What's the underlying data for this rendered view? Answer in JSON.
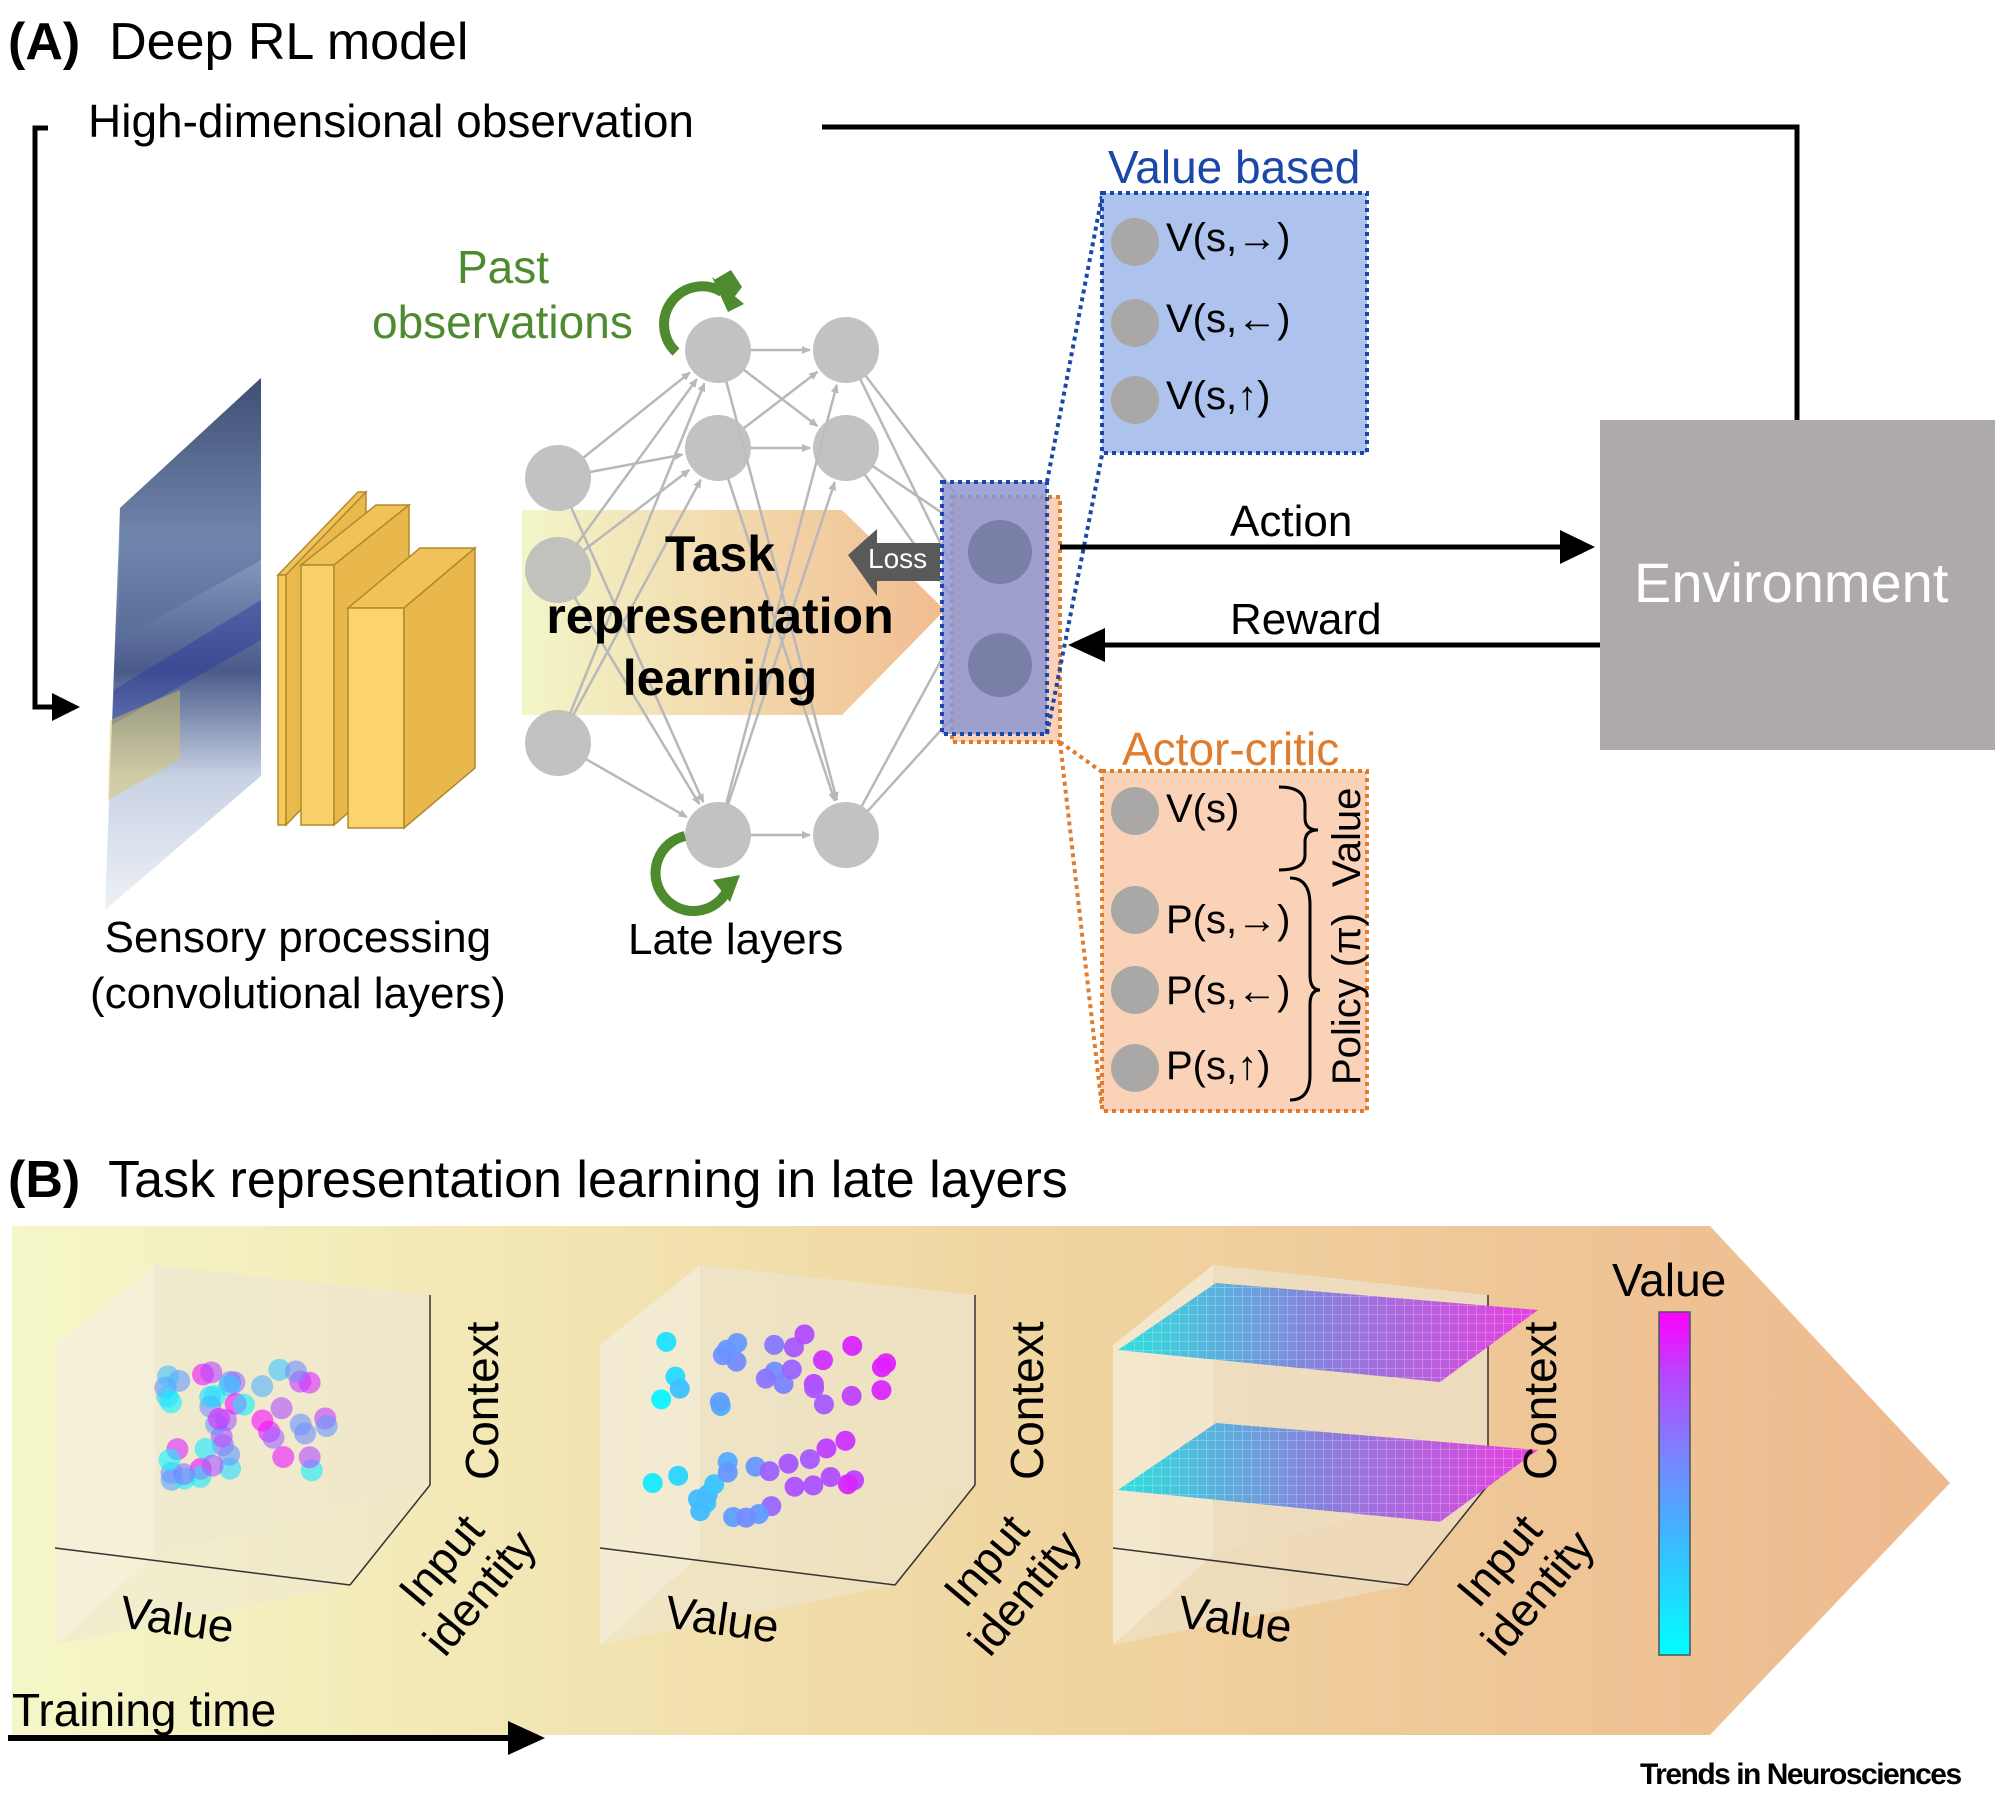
{
  "panel_a": {
    "letter": "(A)",
    "title": "Deep RL model",
    "high_dim_observation": "High-dimensional observation",
    "past_observations_line1": "Past",
    "past_observations_line2": "observations",
    "task_rep_line1": "Task",
    "task_rep_line2": "representation",
    "task_rep_line3": "learning",
    "loss": "Loss",
    "sensory_line1": "Sensory processing",
    "sensory_line2": "(convolutional layers)",
    "late_layers": "Late layers",
    "action": "Action",
    "reward": "Reward",
    "environment": "Environment",
    "value_based": {
      "title": "Value based",
      "rows": [
        "V(s,→)",
        "V(s,←)",
        "V(s,↑)"
      ]
    },
    "actor_critic": {
      "title": "Actor-critic",
      "value_row": "V(s)",
      "policy_rows": [
        "P(s,→)",
        "P(s,←)",
        "P(s,↑)"
      ],
      "value_brace_label": "Value",
      "policy_brace_label": "Policy (π)"
    },
    "colors": {
      "value_based": "#1b47a8",
      "value_based_fill": "#aec2ee",
      "actor_critic": "#e07c2e",
      "actor_critic_fill": "#f9d2b8",
      "recurrence": "#4e8a2e",
      "node": "#bdbdbd",
      "environment": "#adaaa9",
      "conv_block": "#f5c95c"
    }
  },
  "panel_b": {
    "letter": "(B)",
    "title": "Task representation learning in late layers",
    "training_time": "Training time",
    "colorbar_label": "Value",
    "plots": [
      {
        "stage": "early",
        "x_label": "Value",
        "y_label": "Input identity",
        "z_label": "Context",
        "representation": "unstructured cloud"
      },
      {
        "stage": "middle",
        "x_label": "Value",
        "y_label": "Input identity",
        "z_label": "Context",
        "representation": "partially clustered points"
      },
      {
        "stage": "late",
        "x_label": "Value",
        "y_label": "Input identity",
        "z_label": "Context",
        "representation": "two planar value manifolds"
      }
    ],
    "colormap": {
      "low": "#00ffff",
      "high": "#ff00ff"
    }
  },
  "footer": {
    "journal": "Trends in Neurosciences"
  }
}
